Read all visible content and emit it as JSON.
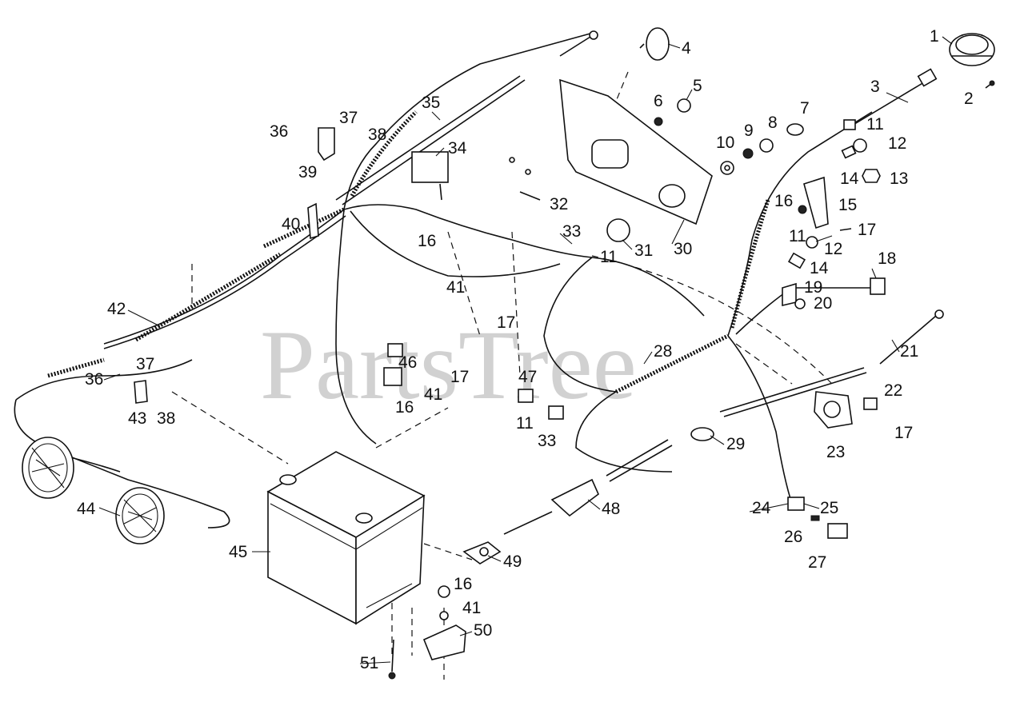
{
  "watermark": "PartsTree",
  "callouts": [
    {
      "id": "c1",
      "text": "1"
    },
    {
      "id": "c2",
      "text": "2"
    },
    {
      "id": "c3",
      "text": "3"
    },
    {
      "id": "c4",
      "text": "4"
    },
    {
      "id": "c5",
      "text": "5"
    },
    {
      "id": "c6",
      "text": "6"
    },
    {
      "id": "c7",
      "text": "7"
    },
    {
      "id": "c8",
      "text": "8"
    },
    {
      "id": "c9",
      "text": "9"
    },
    {
      "id": "c10",
      "text": "10"
    },
    {
      "id": "c11a",
      "text": "11"
    },
    {
      "id": "c12a",
      "text": "12"
    },
    {
      "id": "c13",
      "text": "13"
    },
    {
      "id": "c14a",
      "text": "14"
    },
    {
      "id": "c15",
      "text": "15"
    },
    {
      "id": "c16a",
      "text": "16"
    },
    {
      "id": "c17a",
      "text": "17"
    },
    {
      "id": "c11b",
      "text": "11"
    },
    {
      "id": "c12b",
      "text": "12"
    },
    {
      "id": "c14b",
      "text": "14"
    },
    {
      "id": "c18",
      "text": "18"
    },
    {
      "id": "c19",
      "text": "19"
    },
    {
      "id": "c20",
      "text": "20"
    },
    {
      "id": "c21",
      "text": "21"
    },
    {
      "id": "c22",
      "text": "22"
    },
    {
      "id": "c17b",
      "text": "17"
    },
    {
      "id": "c23",
      "text": "23"
    },
    {
      "id": "c24",
      "text": "24"
    },
    {
      "id": "c25",
      "text": "25"
    },
    {
      "id": "c26",
      "text": "26"
    },
    {
      "id": "c27",
      "text": "27"
    },
    {
      "id": "c28",
      "text": "28"
    },
    {
      "id": "c29",
      "text": "29"
    },
    {
      "id": "c30",
      "text": "30"
    },
    {
      "id": "c31",
      "text": "31"
    },
    {
      "id": "c33a",
      "text": "33"
    },
    {
      "id": "c11c",
      "text": "11"
    },
    {
      "id": "c32",
      "text": "32"
    },
    {
      "id": "c34",
      "text": "34"
    },
    {
      "id": "c35",
      "text": "35"
    },
    {
      "id": "c36a",
      "text": "36"
    },
    {
      "id": "c37a",
      "text": "37"
    },
    {
      "id": "c38a",
      "text": "38"
    },
    {
      "id": "c39",
      "text": "39"
    },
    {
      "id": "c40",
      "text": "40"
    },
    {
      "id": "c16b",
      "text": "16"
    },
    {
      "id": "c41a",
      "text": "41"
    },
    {
      "id": "c17c",
      "text": "17"
    },
    {
      "id": "c42",
      "text": "42"
    },
    {
      "id": "c36b",
      "text": "36"
    },
    {
      "id": "c37b",
      "text": "37"
    },
    {
      "id": "c43",
      "text": "43"
    },
    {
      "id": "c38b",
      "text": "38"
    },
    {
      "id": "c46",
      "text": "46"
    },
    {
      "id": "c17d",
      "text": "17"
    },
    {
      "id": "c41b",
      "text": "41"
    },
    {
      "id": "c16c",
      "text": "16"
    },
    {
      "id": "c47",
      "text": "47"
    },
    {
      "id": "c11d",
      "text": "11"
    },
    {
      "id": "c33b",
      "text": "33"
    },
    {
      "id": "c44",
      "text": "44"
    },
    {
      "id": "c45",
      "text": "45"
    },
    {
      "id": "c48",
      "text": "48"
    },
    {
      "id": "c49",
      "text": "49"
    },
    {
      "id": "c16d",
      "text": "16"
    },
    {
      "id": "c41c",
      "text": "41"
    },
    {
      "id": "c50",
      "text": "50"
    },
    {
      "id": "c51",
      "text": "51"
    }
  ]
}
